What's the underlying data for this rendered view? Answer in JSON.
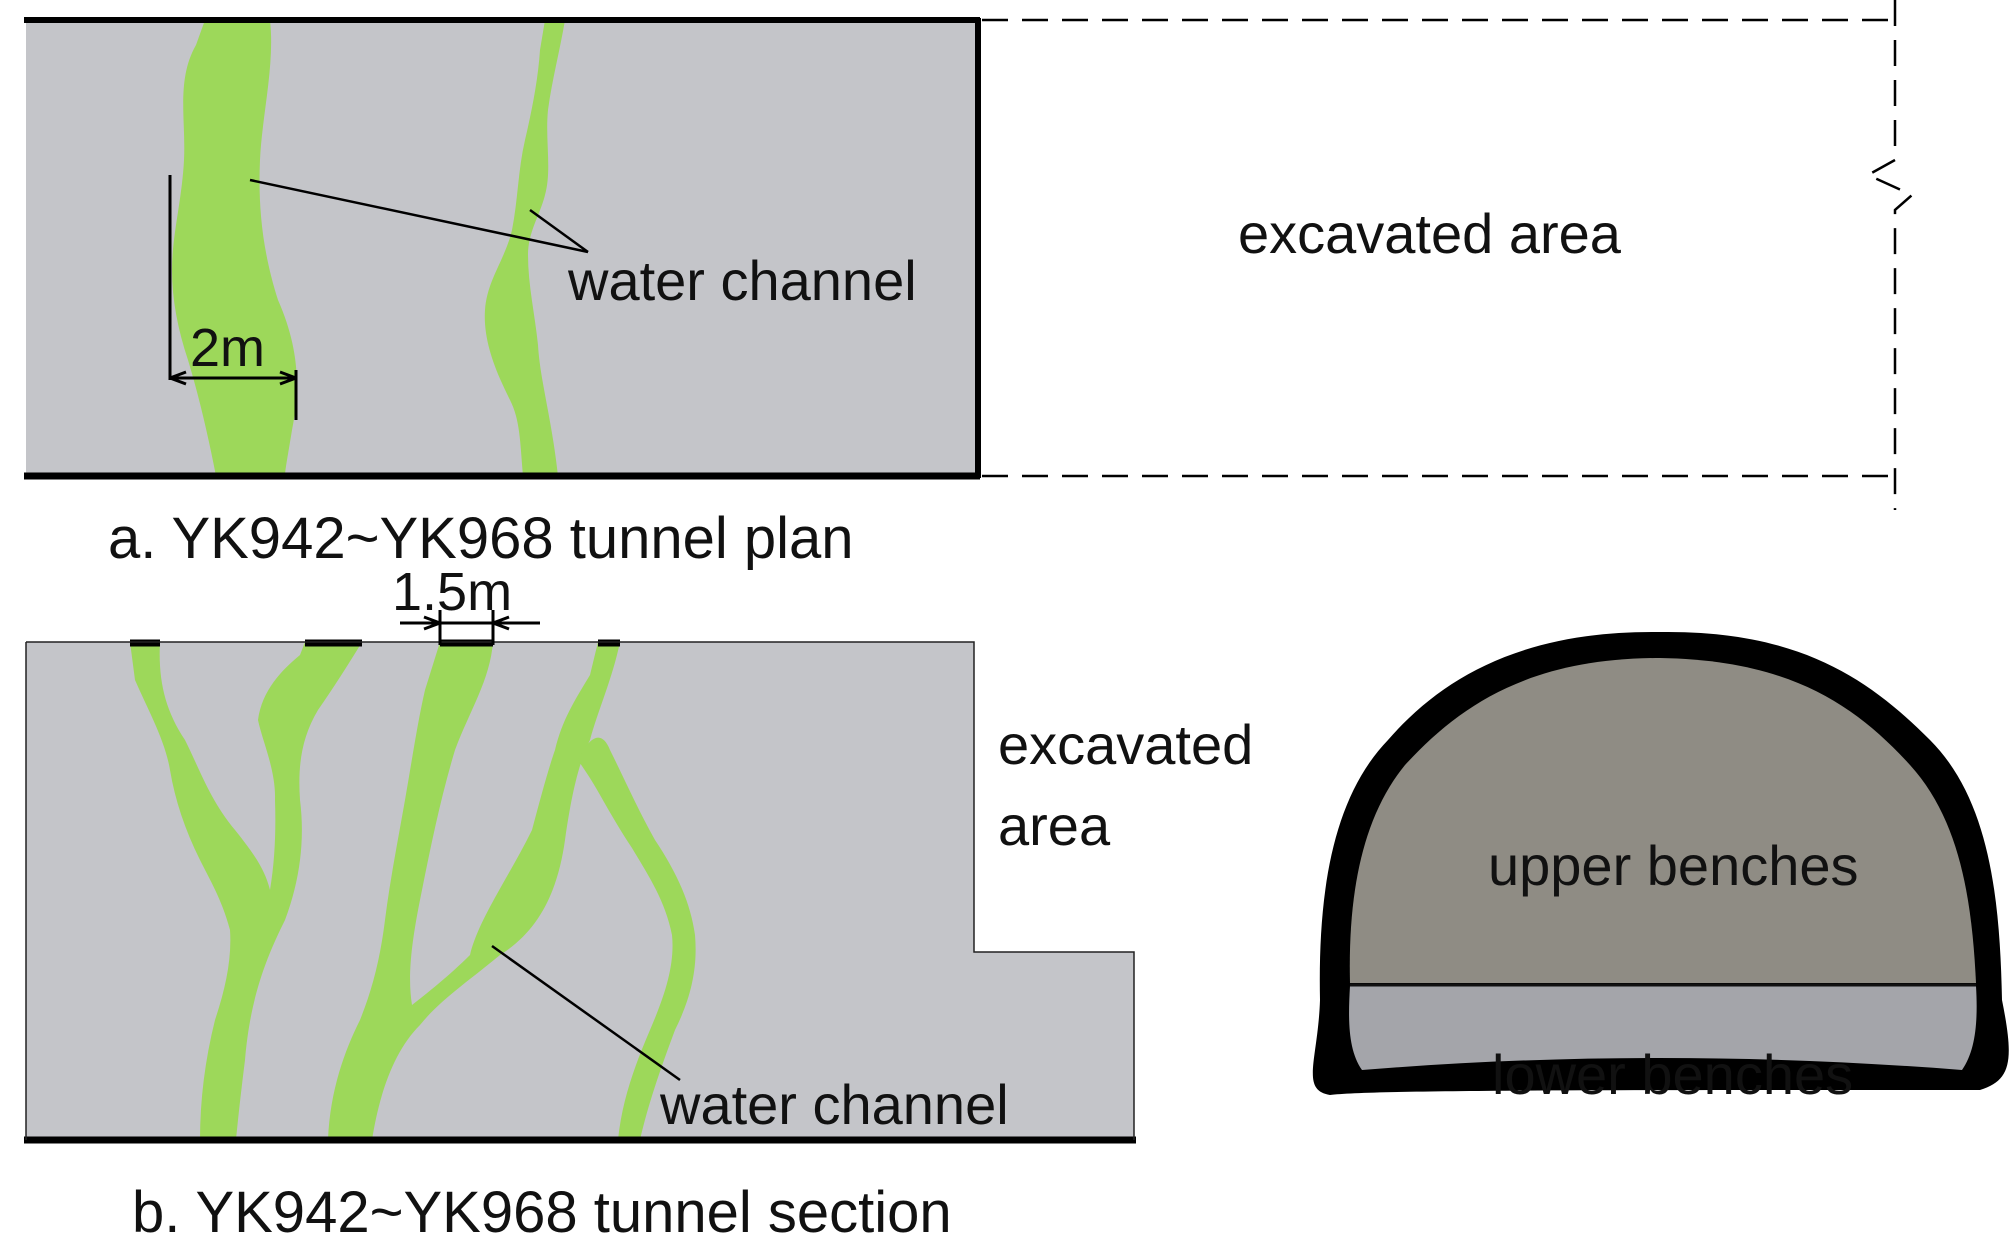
{
  "plan": {
    "caption": "a. YK942~YK968 tunnel plan",
    "dimension_label": "2m",
    "channel_label": "water channel",
    "excavated_label": "excavated area"
  },
  "section": {
    "caption": "b. YK942~YK968 tunnel section",
    "dimension_label": "1.5m",
    "channel_label": "water channel",
    "excavated_label_line1": "excavated",
    "excavated_label_line2": "area"
  },
  "cross_section": {
    "upper_label": "upper benches",
    "lower_label": "lower benches"
  },
  "colors": {
    "rock": "#c4c5c9",
    "water": "#9dd85a",
    "upper_bench": "#8f8c84",
    "lower_bench": "#a4a5aa",
    "outline": "#000000"
  }
}
